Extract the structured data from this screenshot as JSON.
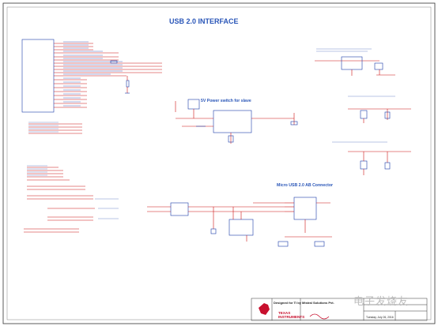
{
  "sheet": {
    "title": "USB 2.0 INTERFACE",
    "power_switch_title": "5V Power switch for slave",
    "connector_title": "Micro USB 2.0 AB Connector"
  },
  "title_block": {
    "designed_for": "Designed for TI by Mistral Solutions Pvt.",
    "company_line1": "TEXAS",
    "company_line2": "INSTRUMENTS",
    "date_text": "Tuesday, July 26, 2016"
  },
  "watermark": "电子发烧友",
  "colors": {
    "border": "#333333",
    "wire": "#cc1111",
    "component": "#1a3aa8",
    "title": "#2a56b8",
    "ti_red": "#c8102e"
  }
}
